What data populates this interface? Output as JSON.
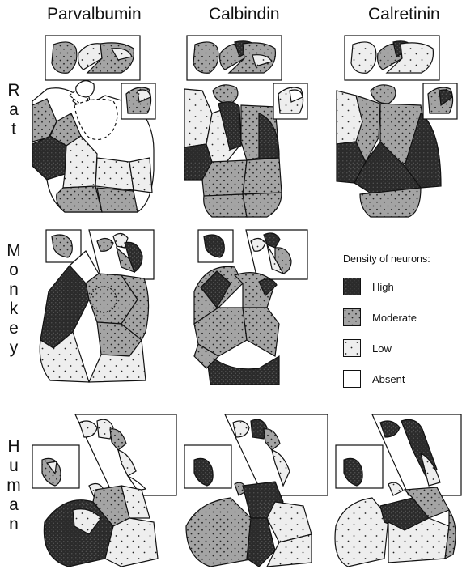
{
  "columns": [
    "Parvalbumin",
    "Calbindin",
    "Calretinin"
  ],
  "rows": [
    "Rat",
    "Monkey",
    "Human"
  ],
  "legend": {
    "title": "Density of neurons:",
    "items": [
      {
        "label": "High",
        "level": "high"
      },
      {
        "label": "Moderate",
        "level": "moderate"
      },
      {
        "label": "Low",
        "level": "low"
      },
      {
        "label": "Absent",
        "level": "absent"
      }
    ]
  },
  "colors": {
    "high": "#2a2a2a",
    "moderate": "#a3a3a3",
    "low": "#eeeeee",
    "absent": "#ffffff",
    "outline": "#111111"
  }
}
